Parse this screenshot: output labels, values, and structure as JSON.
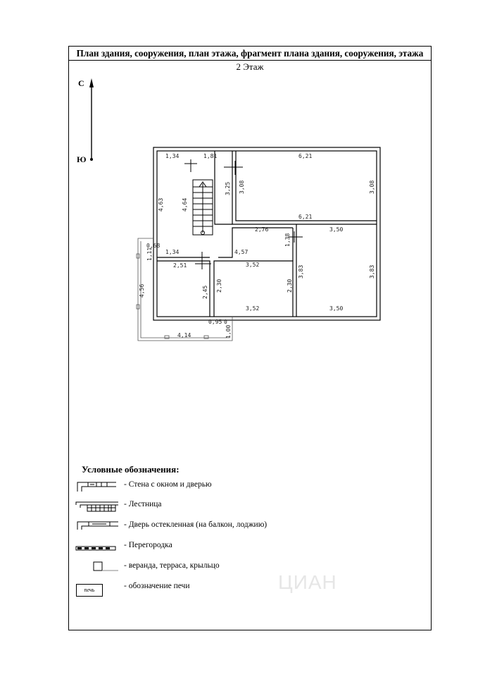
{
  "header": {
    "title": "План здания, сооружения, план этажа, фрагмент плана здания, сооружения, этажа",
    "floor": "2 Этаж"
  },
  "compass": {
    "north": "С",
    "south": "Ю"
  },
  "plan": {
    "dimensions": {
      "d1": "1,34",
      "d2": "1,81",
      "d3": "6,21",
      "d4": "4,63",
      "d5": "4,64",
      "d6": "3,25",
      "d7": "3,08",
      "d8": "3,08",
      "d9": "6,21",
      "d10": "2,76",
      "d11": "3,50",
      "d12": "0,68",
      "d13": "1,11",
      "d14": "1,38",
      "d15": "1,34",
      "d16": "4,57",
      "d17": "2,51",
      "d18": "3,52",
      "d19": "3,83",
      "d20": "3,83",
      "d21": "4,56",
      "d22": "2,45",
      "d23": "2,30",
      "d24": "2,30",
      "d25": "3,52",
      "d26": "3,50",
      "d27": "0,95",
      "d28": "0",
      "d29": "1,00",
      "d30": "4,14"
    }
  },
  "legend": {
    "title": "Условные обозначения:",
    "items": [
      {
        "label": "- Стена с окном и дверью",
        "icon": "wall-window-door-icon"
      },
      {
        "label": "- Лестница",
        "icon": "stairs-icon"
      },
      {
        "label": "- Дверь остекленная (на балкон, лоджию)",
        "icon": "glazed-door-icon"
      },
      {
        "label": "- Перегородка",
        "icon": "partition-icon"
      },
      {
        "label": "- веранда, терраса, крыльцо",
        "icon": "veranda-icon"
      },
      {
        "label": "- обозначение печи",
        "icon": "stove-icon"
      }
    ],
    "stove_box_text": "печь"
  },
  "watermark": "ЦИАН"
}
